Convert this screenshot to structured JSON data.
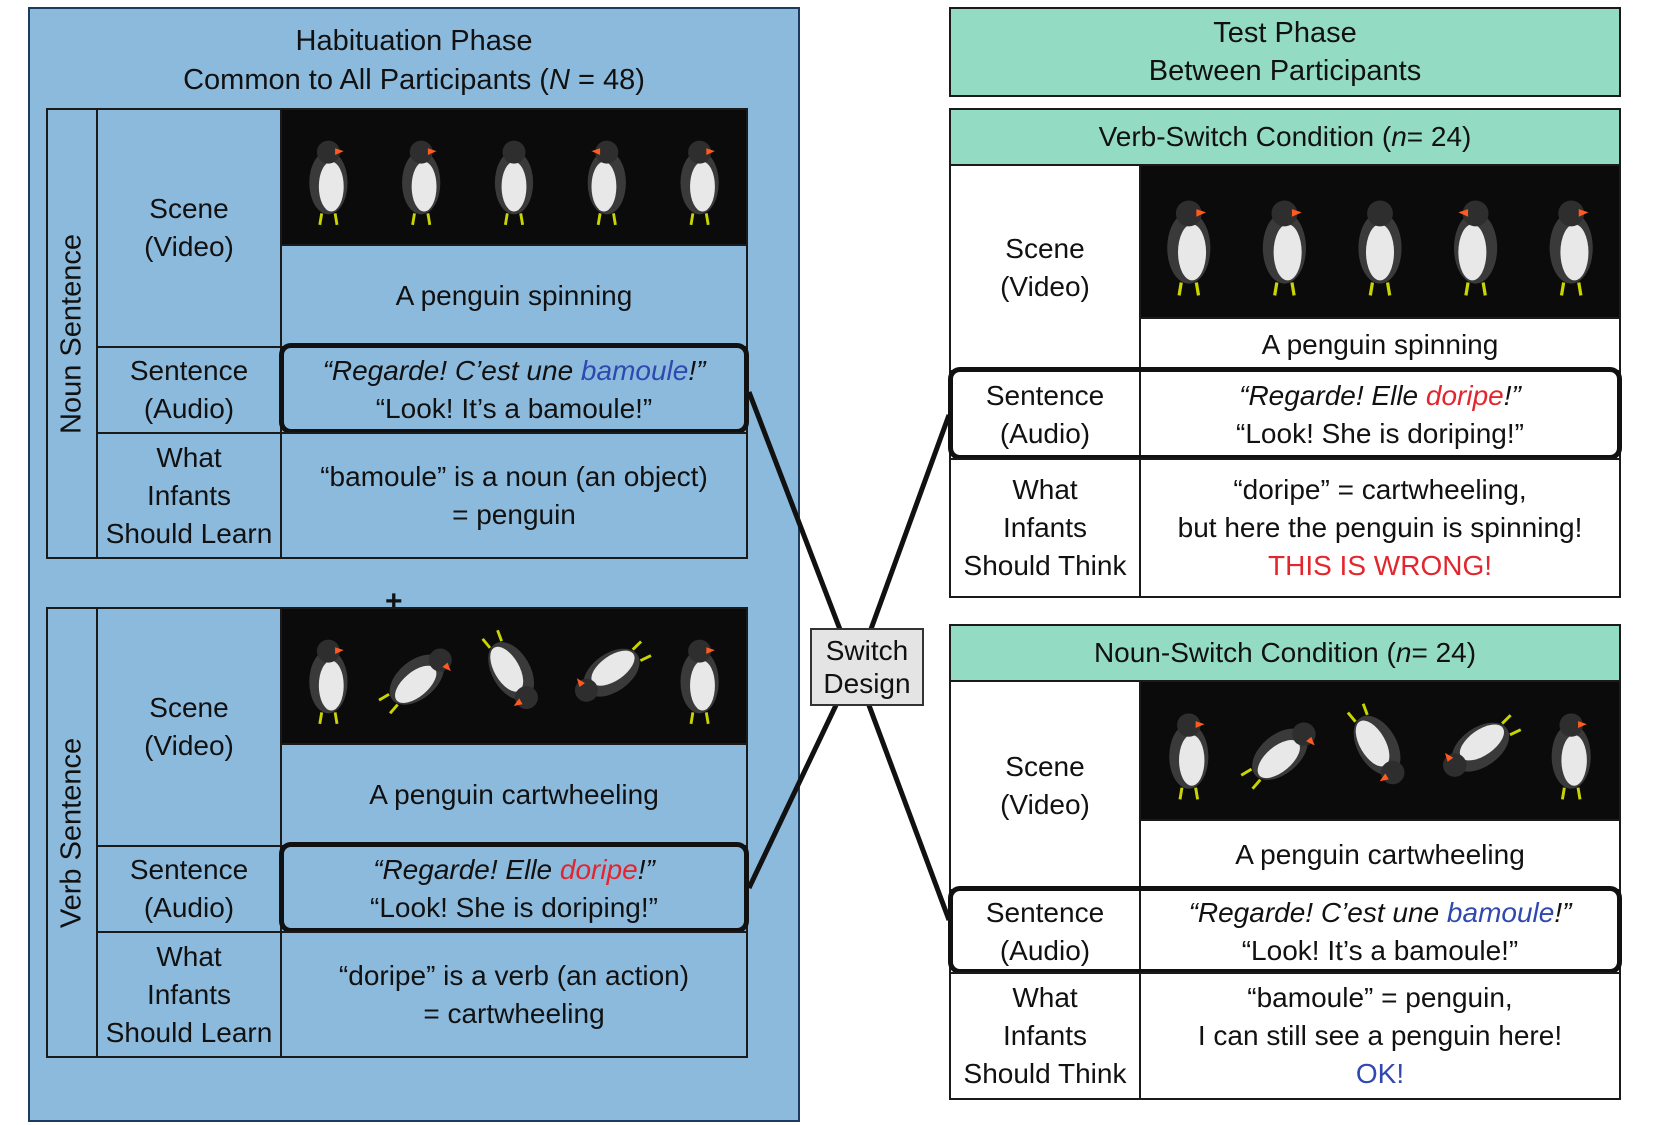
{
  "habituation": {
    "title_line1": "Habituation Phase",
    "title_prefix": "Common to All Participants (",
    "title_var": "N",
    "title_suffix": " = 48)",
    "plus": "+",
    "noun": {
      "side_label": "Noun Sentence",
      "scene_label": "Scene\n(Video)",
      "caption": "A penguin spinning",
      "sentence_label": "Sentence\n(Audio)",
      "sentence_fr_pre": "“Regarde! C’est une ",
      "sentence_fr_key": "bamoule",
      "sentence_fr_post": "!”",
      "sentence_en": "“Look! It’s a bamoule!”",
      "learn_label": "What\nInfants\nShould Learn",
      "learn_text": "“bamoule” is a noun (an object)\n= penguin"
    },
    "verb": {
      "side_label": "Verb Sentence",
      "scene_label": "Scene\n(Video)",
      "caption": "A penguin cartwheeling",
      "sentence_label": "Sentence\n(Audio)",
      "sentence_fr_pre": "“Regarde! Elle ",
      "sentence_fr_key": "doripe",
      "sentence_fr_post": "!”",
      "sentence_en": "“Look! She is doriping!”",
      "learn_label": "What\nInfants\nShould Learn",
      "learn_text": "“doripe” is a verb (an action)\n= cartwheeling"
    }
  },
  "switch_design": "Switch\nDesign",
  "test": {
    "title": "Test Phase\nBetween Participants",
    "verb_switch": {
      "title_prefix": "Verb-Switch Condition (",
      "title_var": "n",
      "title_suffix": " = 24)",
      "scene_label": "Scene\n(Video)",
      "caption": "A penguin spinning",
      "sentence_label": "Sentence\n(Audio)",
      "sentence_fr_pre": "“Regarde! Elle ",
      "sentence_fr_key": "doripe",
      "sentence_fr_post": "!”",
      "sentence_en": "“Look! She is doriping!”",
      "think_label": "What\nInfants\nShould Think",
      "think_text": "“doripe” = cartwheeling,\nbut here the penguin is spinning!",
      "verdict": "THIS IS WRONG!"
    },
    "noun_switch": {
      "title_prefix": "Noun-Switch Condition (",
      "title_var": "n",
      "title_suffix": " = 24)",
      "scene_label": "Scene\n(Video)",
      "caption": "A penguin cartwheeling",
      "sentence_label": "Sentence\n(Audio)",
      "sentence_fr_pre": "“Regarde! C’est une ",
      "sentence_fr_key": "bamoule",
      "sentence_fr_post": "!”",
      "sentence_en": "“Look! It’s a bamoule!”",
      "think_label": "What\nInfants\nShould Think",
      "think_text": "“bamoule” = penguin,\nI can still see a penguin here!",
      "verdict": "OK!"
    }
  },
  "colors": {
    "habituation_bg": "#8cbadd",
    "test_header_bg": "#93dbc2",
    "noun_word": "#2f49b0",
    "verb_word": "#e3262e"
  },
  "icons": {
    "penguin": "penguin-icon"
  }
}
